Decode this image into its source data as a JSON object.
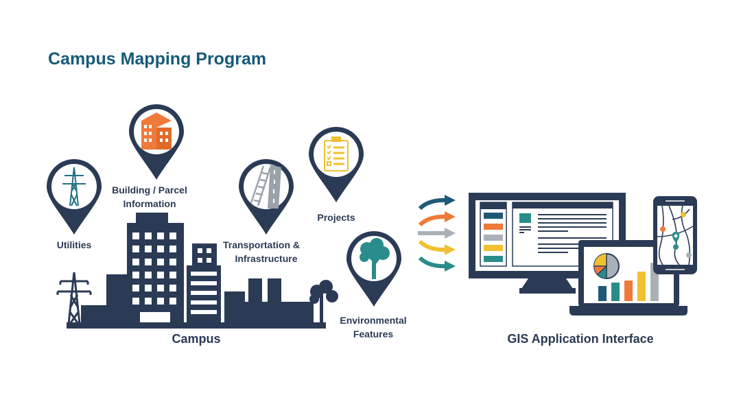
{
  "title": "Campus Mapping Program",
  "pins": [
    {
      "label_lines": [
        "Utilities"
      ],
      "icon": "power-tower-icon"
    },
    {
      "label_lines": [
        "Building / Parcel",
        "Information"
      ],
      "icon": "building-icon"
    },
    {
      "label_lines": [
        "Transportation &",
        "Infrastructure"
      ],
      "icon": "road-rail-icon"
    },
    {
      "label_lines": [
        "Projects"
      ],
      "icon": "clipboard-checklist-icon"
    },
    {
      "label_lines": [
        "Environmental",
        "Features"
      ],
      "icon": "tree-icon"
    }
  ],
  "campus_label": "Campus",
  "gis_label": "GIS Application Interface",
  "colors": {
    "navy": "#2b3a55",
    "title": "#165a78",
    "orange": "#f07a3a",
    "teal": "#2a8c8a",
    "yellow": "#f0c030",
    "gray": "#a9b0b8",
    "blue": "#1e5a78"
  }
}
